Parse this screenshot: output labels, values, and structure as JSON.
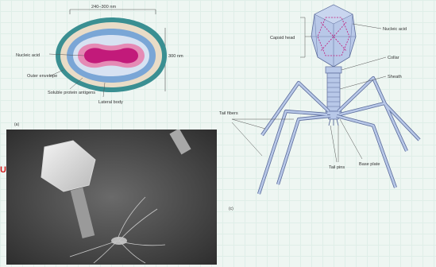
{
  "panel_a": {
    "width_dim": "240–300 nm",
    "height_dim": "300 nm",
    "nucleic_acid": "Nucleic acid",
    "outer_envelope": "Outer envelope",
    "soluble_antigens": "Soluble protein antigens",
    "lateral_body": "Lateral body",
    "letter": "(a)"
  },
  "panel_c": {
    "capsid_head": "Capsid head",
    "nucleic_acid": "Nucleic acid",
    "collar": "Collar",
    "sheath": "Sheath",
    "tail_fibers": "Tail fibers",
    "tail_pins": "Tail pins",
    "base_plate": "Base plate",
    "letter": "(c)"
  },
  "side_mark": "UI",
  "colors": {
    "nucleic": "#c21a7a",
    "core_pink": "#e58ab5",
    "envelope_blue": "#7aa6d6",
    "outer_teal": "#3a8f92",
    "phage_fill": "#b8c8e8",
    "phage_stroke": "#5a6a9a"
  }
}
